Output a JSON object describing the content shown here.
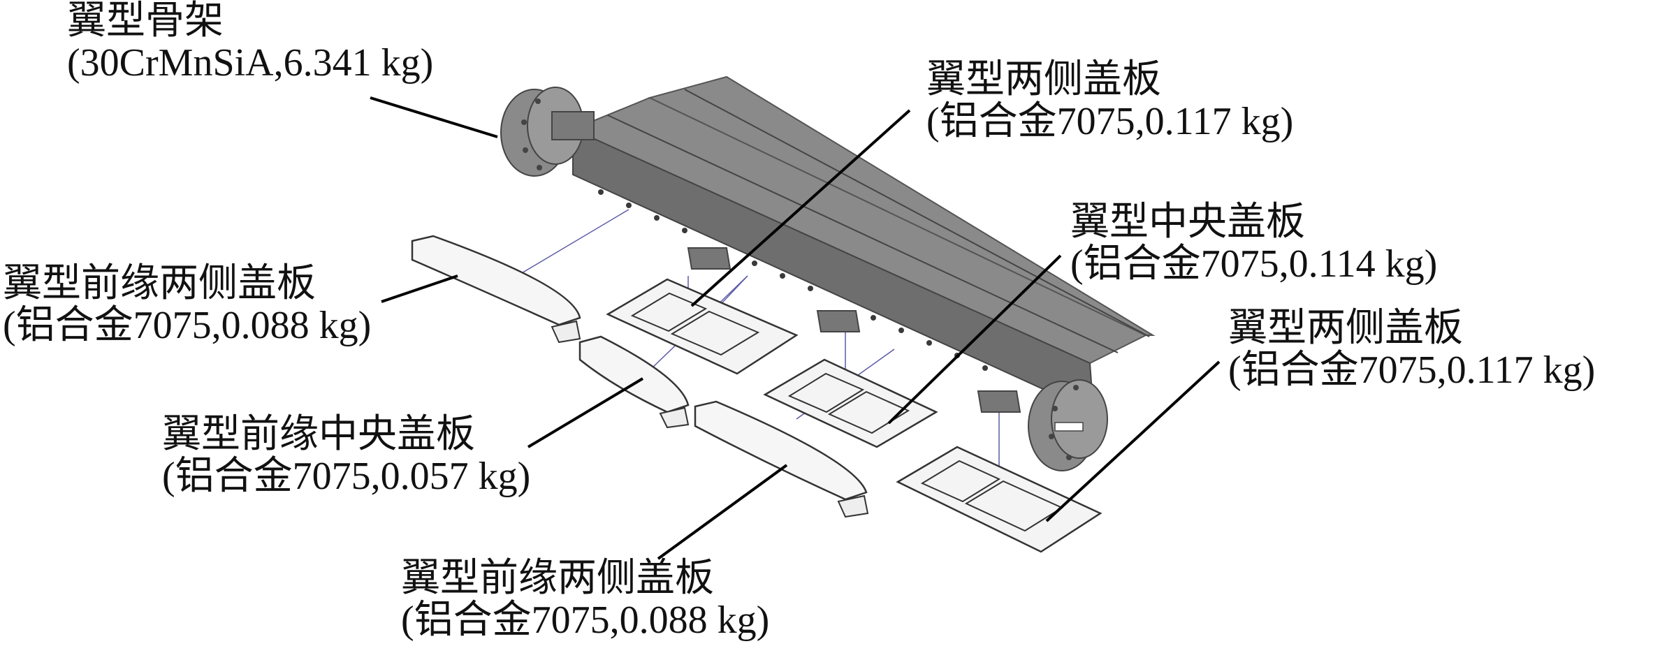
{
  "components": [
    {
      "id": "frame",
      "name": "翼型骨架",
      "spec": "(30CrMnSiA,6.341 kg)"
    },
    {
      "id": "side-r1",
      "name": "翼型两侧盖板",
      "spec": "(铝合金7075,0.117 kg)"
    },
    {
      "id": "center",
      "name": "翼型中央盖板",
      "spec": "(铝合金7075,0.114 kg)"
    },
    {
      "id": "le-l",
      "name": "翼型前缘两侧盖板",
      "spec": "(铝合金7075,0.088 kg)"
    },
    {
      "id": "side-r2",
      "name": "翼型两侧盖板",
      "spec": "(铝合金7075,0.117 kg)"
    },
    {
      "id": "le-mid",
      "name": "翼型前缘中央盖板",
      "spec": "(铝合金7075,0.057 kg)"
    },
    {
      "id": "le-bot",
      "name": "翼型前缘两侧盖板",
      "spec": "(铝合金7075,0.088 kg)"
    }
  ],
  "colors": {
    "body_top": "#8a8a8a",
    "body_side": "#6e6e6e",
    "flange": "#7a7a7a",
    "panel_fill": "#f4f4f4",
    "panel_stroke": "#333333",
    "leader": "#000000",
    "guide": "#5a5aa8"
  }
}
